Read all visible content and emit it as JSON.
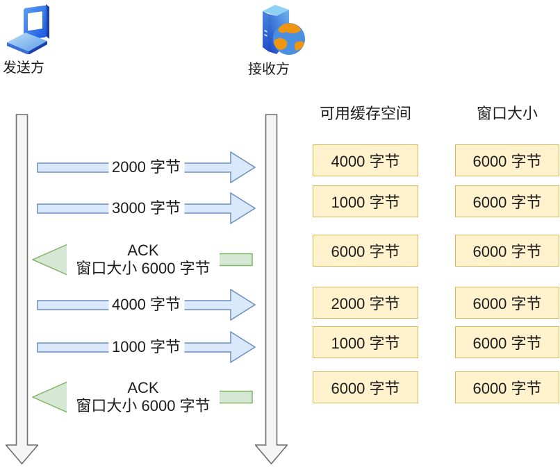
{
  "actors": {
    "sender_label": "发送方",
    "receiver_label": "接收方"
  },
  "table": {
    "buffer_header": "可用缓存空间",
    "window_header": "窗口大小",
    "rows": [
      {
        "buffer": "4000 字节",
        "window": "6000 字节"
      },
      {
        "buffer": "1000 字节",
        "window": "6000 字节"
      },
      {
        "buffer": "6000 字节",
        "window": "6000 字节"
      },
      {
        "buffer": "2000 字节",
        "window": "6000 字节"
      },
      {
        "buffer": "1000 字节",
        "window": "6000 字节"
      },
      {
        "buffer": "6000 字节",
        "window": "6000 字节"
      }
    ]
  },
  "messages": [
    {
      "type": "data",
      "direction": "right",
      "label": "2000 字节"
    },
    {
      "type": "data",
      "direction": "right",
      "label": "3000 字节"
    },
    {
      "type": "ack",
      "direction": "left",
      "line1": "ACK",
      "line2": "窗口大小 6000 字节"
    },
    {
      "type": "data",
      "direction": "right",
      "label": "4000 字节"
    },
    {
      "type": "data",
      "direction": "right",
      "label": "1000 字节"
    },
    {
      "type": "ack",
      "direction": "left",
      "line1": "ACK",
      "line2": "窗口大小 6000 字节"
    }
  ],
  "colors": {
    "data_arrow_fill": "#dae8fc",
    "data_arrow_stroke": "#6c8ebf",
    "ack_arrow_fill": "#d5e8d4",
    "ack_arrow_stroke": "#82b366",
    "box_fill": "#fff2cc",
    "box_stroke": "#d6b656",
    "lifeline_fill": "#f5f5f5",
    "lifeline_stroke": "#6e6e6e",
    "text": "#1c1c1c"
  }
}
